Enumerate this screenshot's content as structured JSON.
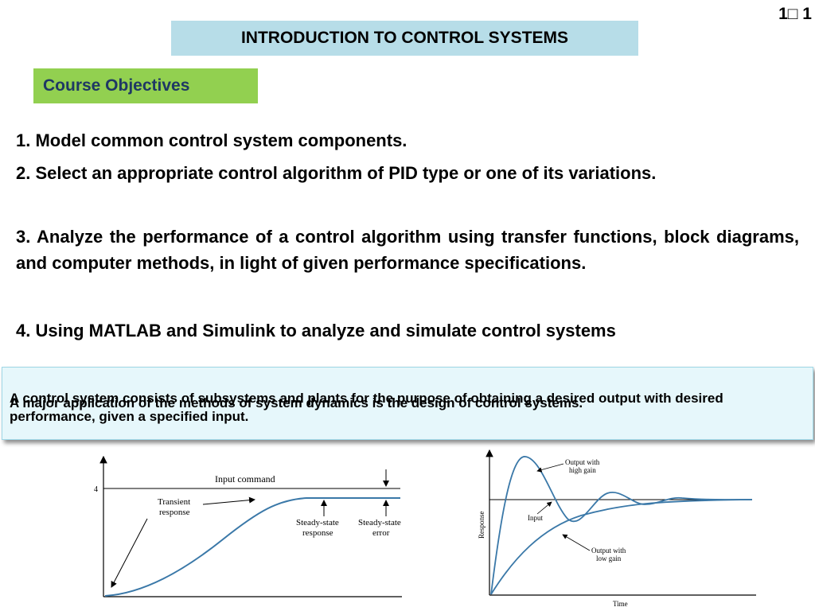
{
  "slide": {
    "number": "1□ 1"
  },
  "title": "INTRODUCTION TO CONTROL  SYSTEMS",
  "section_heading": "Course Objectives",
  "objectives": [
    "1. Model common control system components.",
    "2. Select an appropriate control algorithm of PID type or one of its variations.",
    "3. Analyze the performance of a control algorithm using transfer functions, block diagrams, and computer methods, in light of given performance specifications.",
    "4. Using MATLAB and Simulink to analyze and simulate control systems"
  ],
  "callout": {
    "text_1": "A control system consists of subsystems and plants for the purpose of obtaining a desired output with desired performance, given a specified input.",
    "text_2": "A major application of the methods of system dynamics is the design of control systems."
  },
  "figure_left": {
    "y_tick": "4",
    "input_label": "Input command",
    "transient_label": [
      "Transient",
      "response"
    ],
    "steady_state_label": [
      "Steady-state",
      "response"
    ],
    "error_label": [
      "Steady-state",
      "error"
    ]
  },
  "figure_right": {
    "high_gain_label": [
      "Output with",
      "high gain"
    ],
    "input_label": "Input",
    "low_gain_label": [
      "Output with",
      "low gain"
    ],
    "ylabel": "Response",
    "xlabel": "Time"
  },
  "colors": {
    "title_bg": "#b7dde8",
    "heading_bg": "#92d050",
    "heading_text": "#1f3864",
    "curve": "#3a78a8",
    "callout_bg": "#e6f7fb"
  }
}
